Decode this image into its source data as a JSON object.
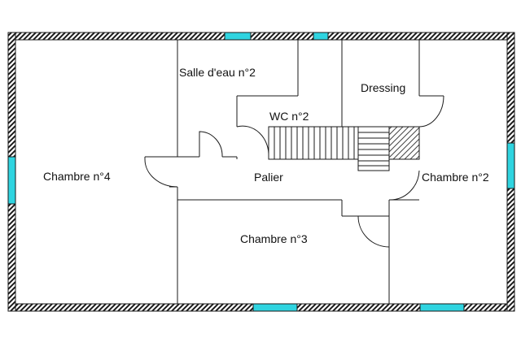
{
  "plan": {
    "rooms": [
      {
        "id": "chambre4",
        "label": "Chambre n°4"
      },
      {
        "id": "salle_eau2",
        "label": "Salle d'eau n°2"
      },
      {
        "id": "dressing",
        "label": "Dressing"
      },
      {
        "id": "wc2",
        "label": "WC n°2"
      },
      {
        "id": "palier",
        "label": "Palier"
      },
      {
        "id": "chambre2",
        "label": "Chambre n°2"
      },
      {
        "id": "chambre3",
        "label": "Chambre n°3"
      }
    ],
    "colors": {
      "window": "#2fd4e0",
      "wall": "#1a1a1a",
      "hatch": "#444444",
      "background": "#ffffff"
    }
  }
}
